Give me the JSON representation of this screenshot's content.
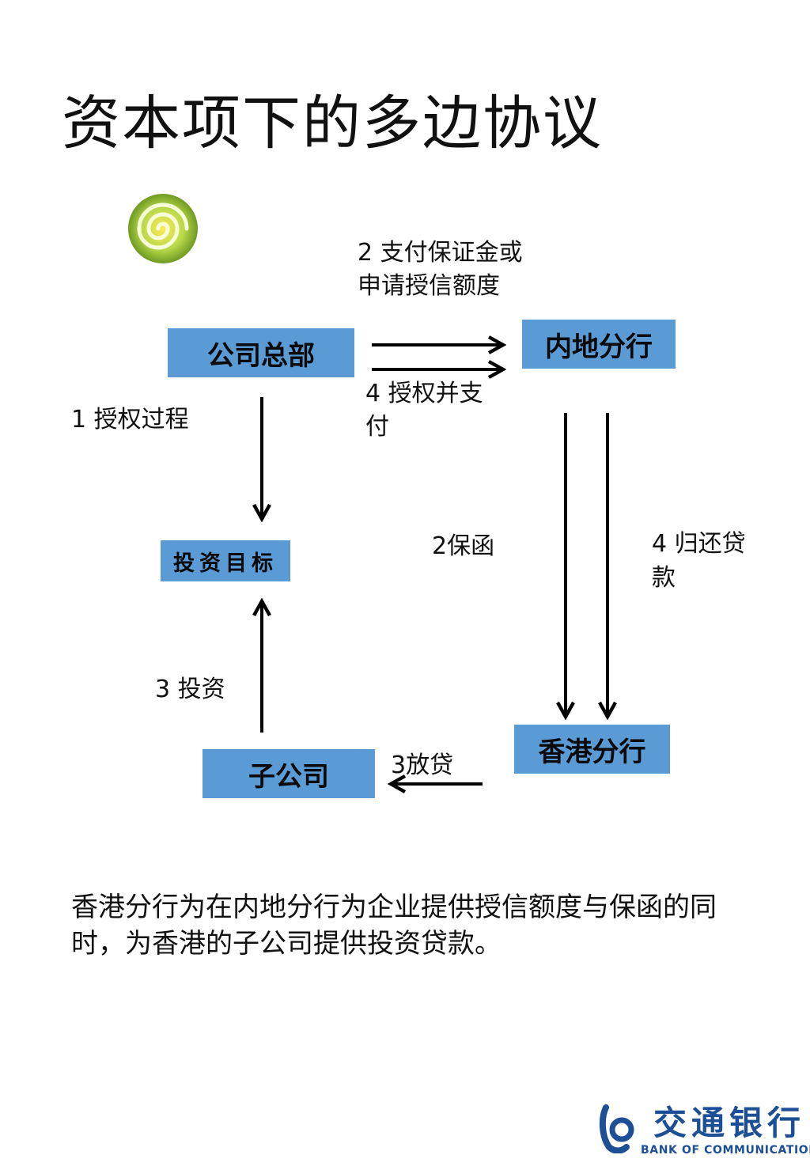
{
  "title": "资本项下的多边协议",
  "nodes": {
    "hq": "公司总部",
    "mainland": "内地分行",
    "target": "投资目标",
    "subsidiary": "子公司",
    "hk": "香港分行"
  },
  "labels": {
    "pay_deposit_1": "2 支付保证金或",
    "pay_deposit_2": "申请授信额度",
    "authorize_pay_1": "4 授权并支",
    "authorize_pay_2": "付",
    "auth_process": "1 授权过程",
    "guarantee": "2保函",
    "repay_1": "4 归还贷",
    "repay_2": "款",
    "invest": "3 投资",
    "lend": "3放贷"
  },
  "note": "香港分行为在内地分行为企业提供授信额度与保函的同时，为香港的子公司提供投资贷款。",
  "logo": {
    "name_cn": "交通银行",
    "name_en": "BANK OF COMMUNICATIONS"
  },
  "colors": {
    "box": "#5b9bd5",
    "brand": "#1c4f96",
    "swirl": "#8dbb2a"
  }
}
